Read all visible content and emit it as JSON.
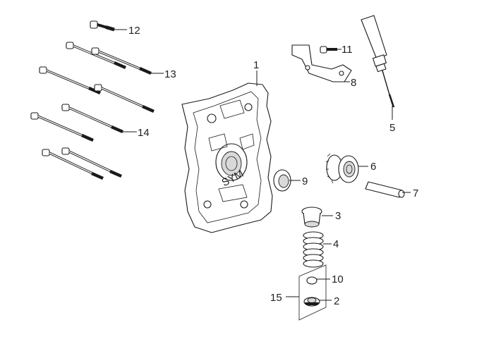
{
  "diagram": {
    "callouts": [
      {
        "id": "1",
        "label": "1"
      },
      {
        "id": "2",
        "label": "2"
      },
      {
        "id": "3",
        "label": "3"
      },
      {
        "id": "4",
        "label": "4"
      },
      {
        "id": "5",
        "label": "5"
      },
      {
        "id": "6",
        "label": "6"
      },
      {
        "id": "7",
        "label": "7"
      },
      {
        "id": "8",
        "label": "8"
      },
      {
        "id": "9",
        "label": "9"
      },
      {
        "id": "10",
        "label": "10"
      },
      {
        "id": "11",
        "label": "11"
      },
      {
        "id": "12",
        "label": "12"
      },
      {
        "id": "13",
        "label": "13"
      },
      {
        "id": "14",
        "label": "14"
      },
      {
        "id": "15",
        "label": "15"
      }
    ],
    "casting_mark": "SYM"
  }
}
